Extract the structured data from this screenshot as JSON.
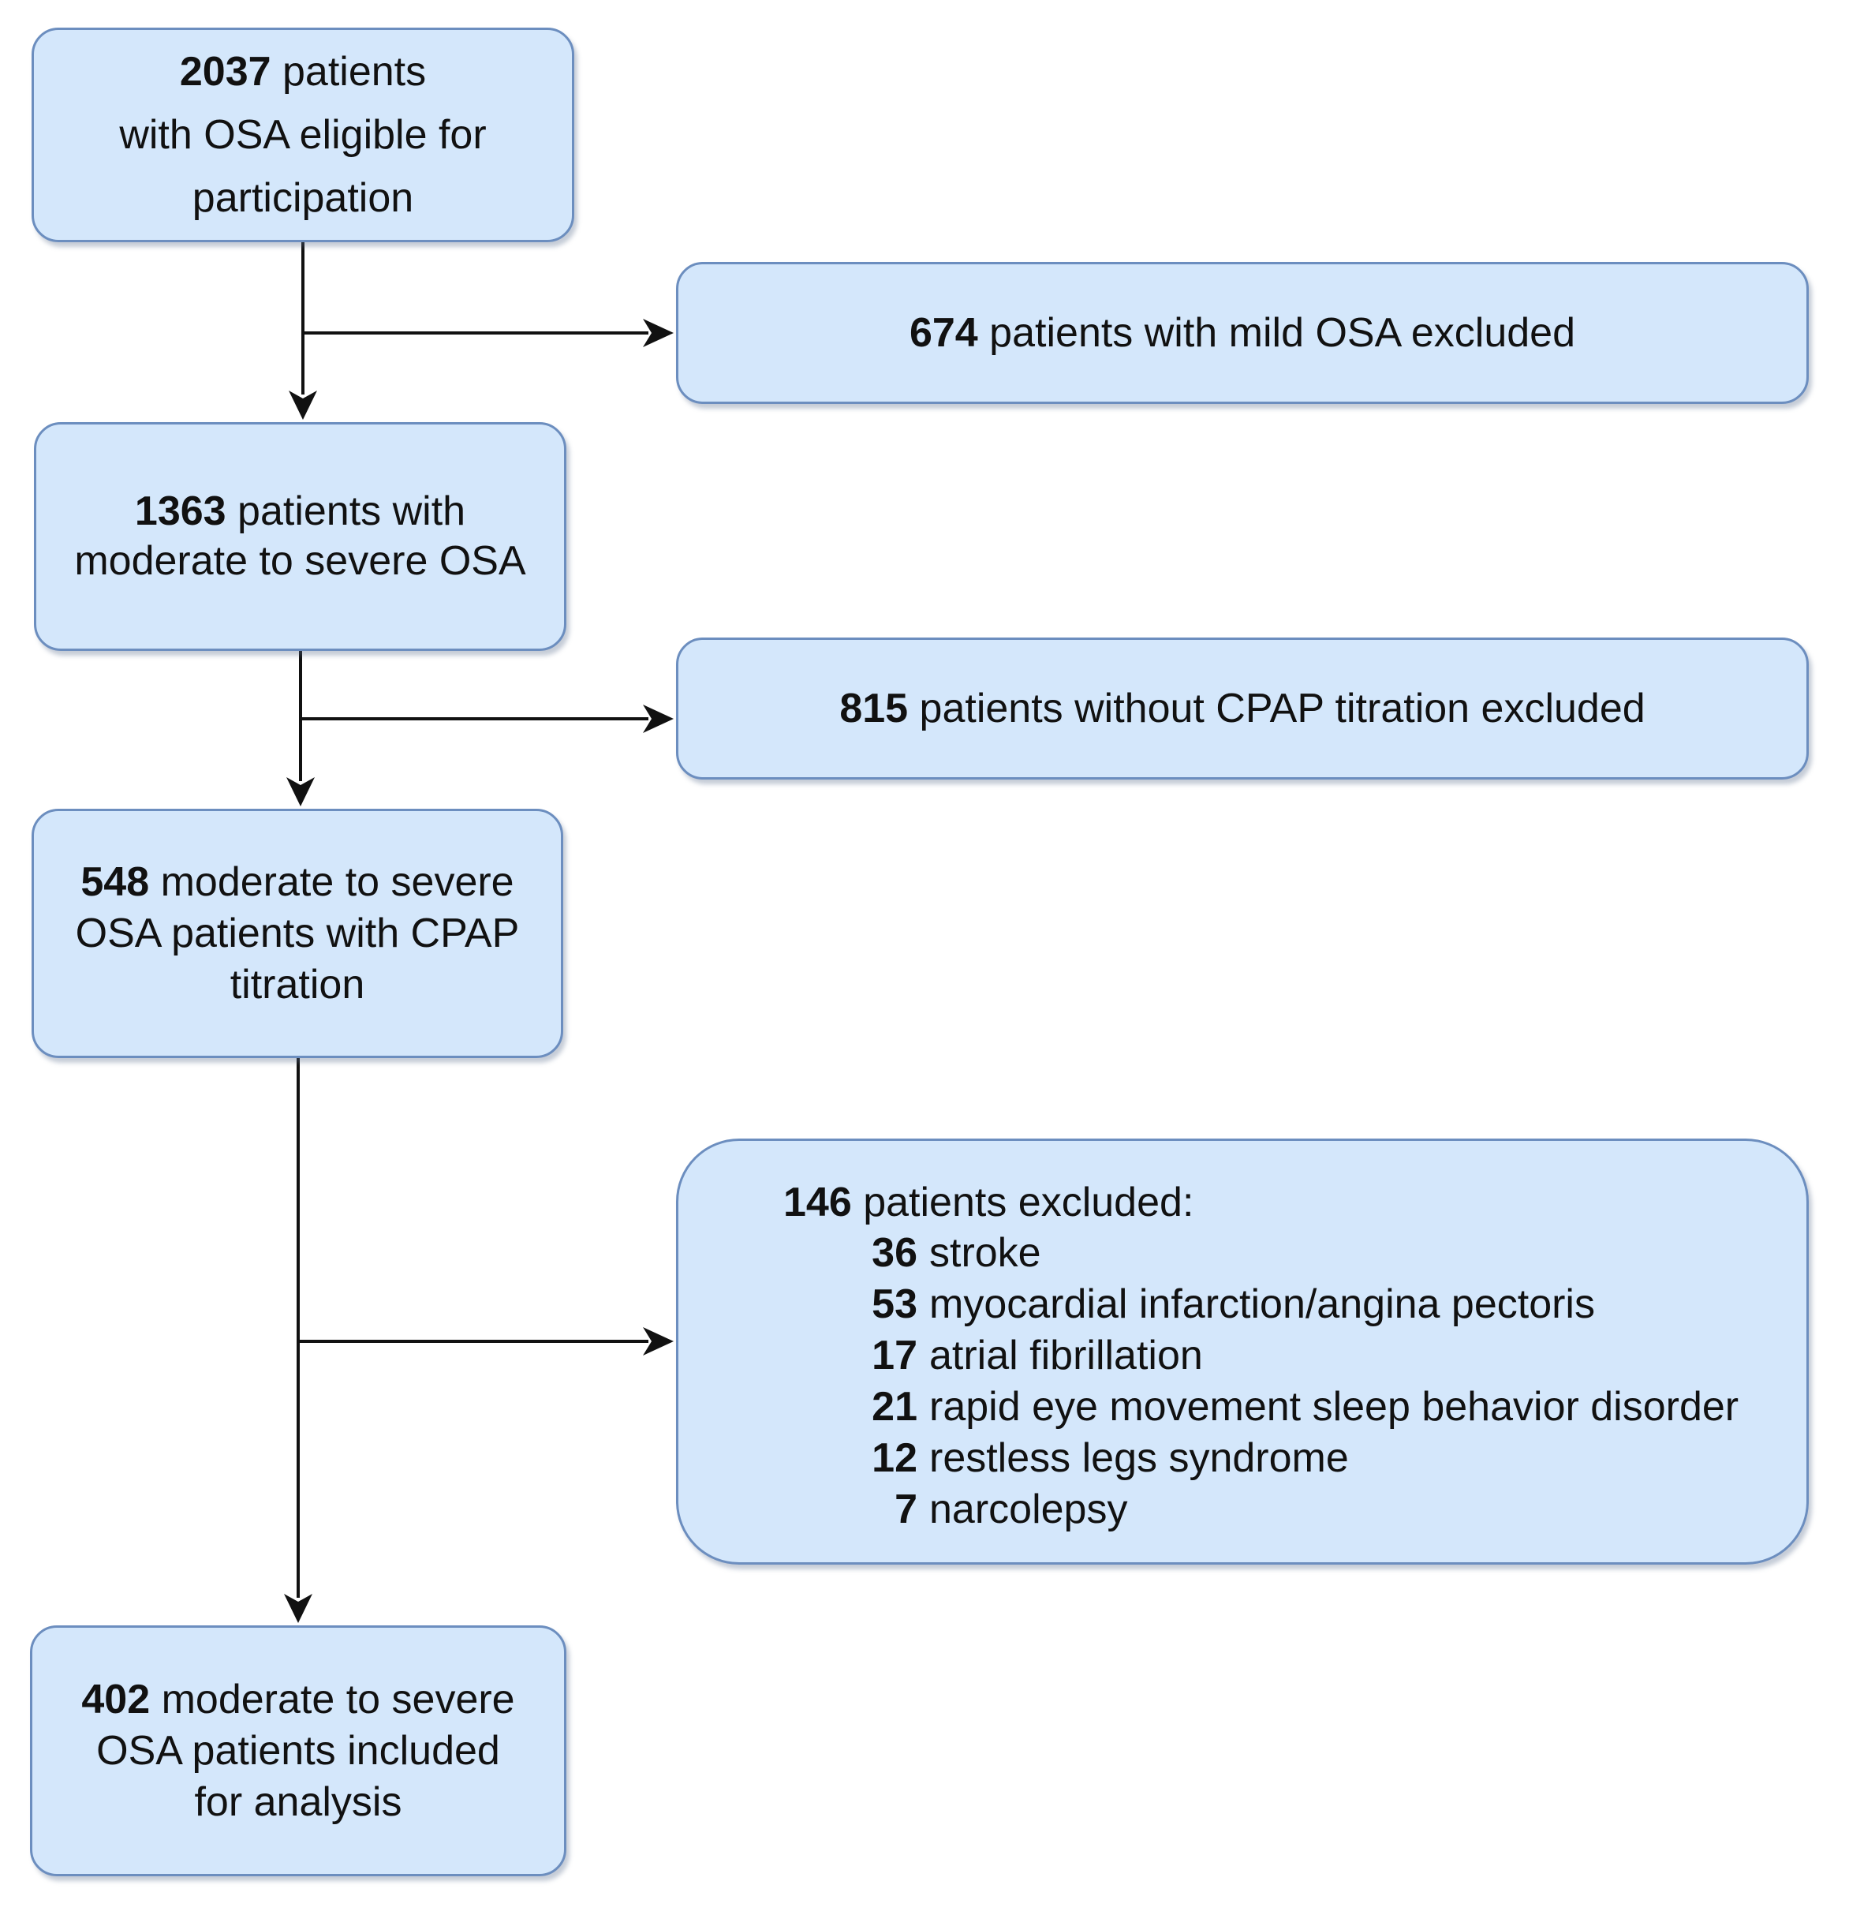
{
  "boxes": {
    "eligible": {
      "count": "2037",
      "text_1": " patients",
      "text_2": "with OSA eligible for",
      "text_3": "participation"
    },
    "mild_excluded": {
      "count": "674",
      "text": " patients with mild OSA excluded"
    },
    "moderate": {
      "count": "1363",
      "text_1": " patients with",
      "text_2": "moderate to severe OSA"
    },
    "no_cpap_excluded": {
      "count": "815",
      "text": " patients without CPAP titration excluded"
    },
    "with_cpap": {
      "count": "548",
      "text_1": " moderate to severe",
      "text_2": "OSA patients with CPAP",
      "text_3": "titration"
    },
    "exclusions": {
      "count": "146",
      "text": " patients excluded:",
      "items": [
        {
          "count": "36",
          "label": "stroke"
        },
        {
          "count": "53",
          "label": "myocardial infarction/angina pectoris"
        },
        {
          "count": "17",
          "label": "atrial fibrillation"
        },
        {
          "count": "21",
          "label": "rapid eye movement sleep behavior disorder"
        },
        {
          "count": "12",
          "label": "restless legs syndrome"
        },
        {
          "count": "7",
          "label": "narcolepsy"
        }
      ]
    },
    "included": {
      "count": "402",
      "text_1": " moderate to severe",
      "text_2": "OSA patients included",
      "text_3": "for analysis"
    }
  },
  "colors": {
    "box_fill": "#d4e7fb",
    "box_border": "#6c8ebf",
    "connector": "#111111"
  }
}
